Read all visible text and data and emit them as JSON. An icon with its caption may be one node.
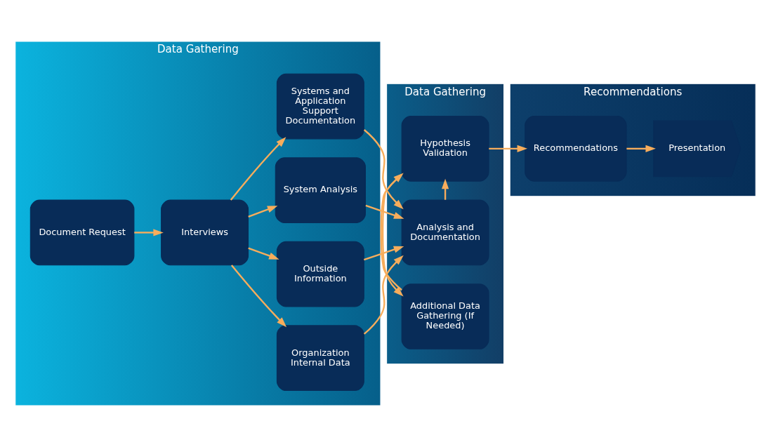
{
  "diagram": {
    "nodes": [
      {
        "text": [
          "Data Gathering"
        ]
      },
      {
        "text": [
          "Data Gathering"
        ]
      },
      {
        "text": [
          "Recommendations"
        ]
      },
      {
        "text": [
          "Document Request"
        ],
        "in": 0
      },
      {
        "text": [
          "Interviews"
        ],
        "in": 0
      },
      {
        "text": [
          "Organization Internal Data"
        ],
        "in": 0
      },
      {
        "text": [
          "Outside Information"
        ],
        "in": 0
      },
      {
        "text": [
          "System Analysis"
        ],
        "in": 0
      },
      {
        "text": [
          "Systems and Application Support Documentation"
        ],
        "in": 0
      },
      {
        "text": [
          "Analysis and Documentation"
        ],
        "in": 1
      },
      {
        "text": [
          "Hypothesis Validation"
        ],
        "in": 1
      },
      {
        "text": [
          "Additional Data Gathering (If Needed)"
        ],
        "in": 1
      },
      {
        "text": [
          "Recommendations"
        ],
        "in": 2
      },
      {
        "text": [
          "Presentation"
        ],
        "in": 2
      }
    ],
    "edges": [
      {
        "from": 3,
        "to": 4,
        "arrow": "to"
      },
      {
        "from": 4,
        "to": 5,
        "arrow": "to"
      },
      {
        "from": 4,
        "to": 6,
        "arrow": "to"
      },
      {
        "from": 4,
        "to": 7,
        "arrow": "to"
      },
      {
        "from": 4,
        "to": 8,
        "arrow": "to"
      },
      {
        "from": 5,
        "to": 9,
        "arrow": "to"
      },
      {
        "from": 6,
        "to": 9,
        "arrow": "to"
      },
      {
        "from": 7,
        "to": 9,
        "arrow": "to"
      },
      {
        "from": 8,
        "to": 9,
        "arrow": "to"
      },
      {
        "from": 9,
        "to": 10,
        "arrow": "to"
      },
      {
        "from": 10,
        "to": 12,
        "arrow": "to"
      },
      {
        "from": 10,
        "to": 11,
        "arrow": "to"
      },
      {
        "from": 11,
        "to": 10,
        "arrow": "to"
      },
      {
        "from": 12,
        "to": 13,
        "arrow": "to"
      }
    ]
  }
}
